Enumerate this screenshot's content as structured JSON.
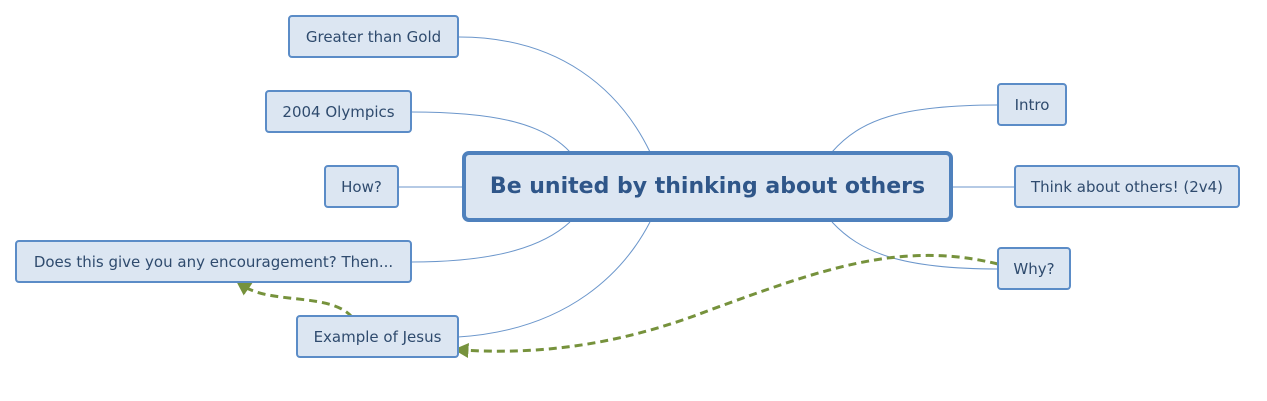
{
  "central_topic": "Be united by thinking about others",
  "topics": {
    "greater_than_gold": "Greater than Gold",
    "olympics_2004": "2004 Olympics",
    "how": "How?",
    "encouragement": "Does this give you any encouragement? Then...",
    "example_of_jesus": "Example of Jesus",
    "intro": "Intro",
    "think_about_others": "Think about others! (2v4)",
    "why": "Why?"
  },
  "colors": {
    "node_fill": "#dce6f2",
    "node_border": "#5b8cc7",
    "center_border": "#4f81bd",
    "connector": "#6b96cb",
    "relationship_arrow": "#76923c"
  }
}
